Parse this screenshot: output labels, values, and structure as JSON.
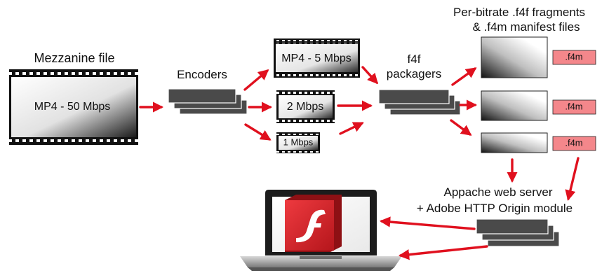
{
  "labels": {
    "mezzanine_label": "Mezzanine file",
    "encoders_label": "Encoders",
    "packagers_label_line1": "f4f",
    "packagers_label_line2": "packagers",
    "fragments_label_line1": "Per-bitrate .f4f fragments",
    "fragments_label_line2": "& .f4m manifest files",
    "server_label_line1": "Appache web server",
    "server_label_line2": "+ Adobe HTTP Origin module"
  },
  "films": {
    "mezzanine": "MP4 - 50 Mbps",
    "stream_5": "MP4 - 5 Mbps",
    "stream_2": "2 Mbps",
    "stream_1": "1 Mbps"
  },
  "manifests": [
    ".f4m",
    ".f4m",
    ".f4m"
  ],
  "colors": {
    "arrow": "#e0101e",
    "manifest_fill": "#f4878b",
    "device": "#4a4a4a",
    "flash_red": "#d9262c"
  },
  "icons": {
    "player": "flash-player-icon",
    "client": "laptop-icon"
  }
}
